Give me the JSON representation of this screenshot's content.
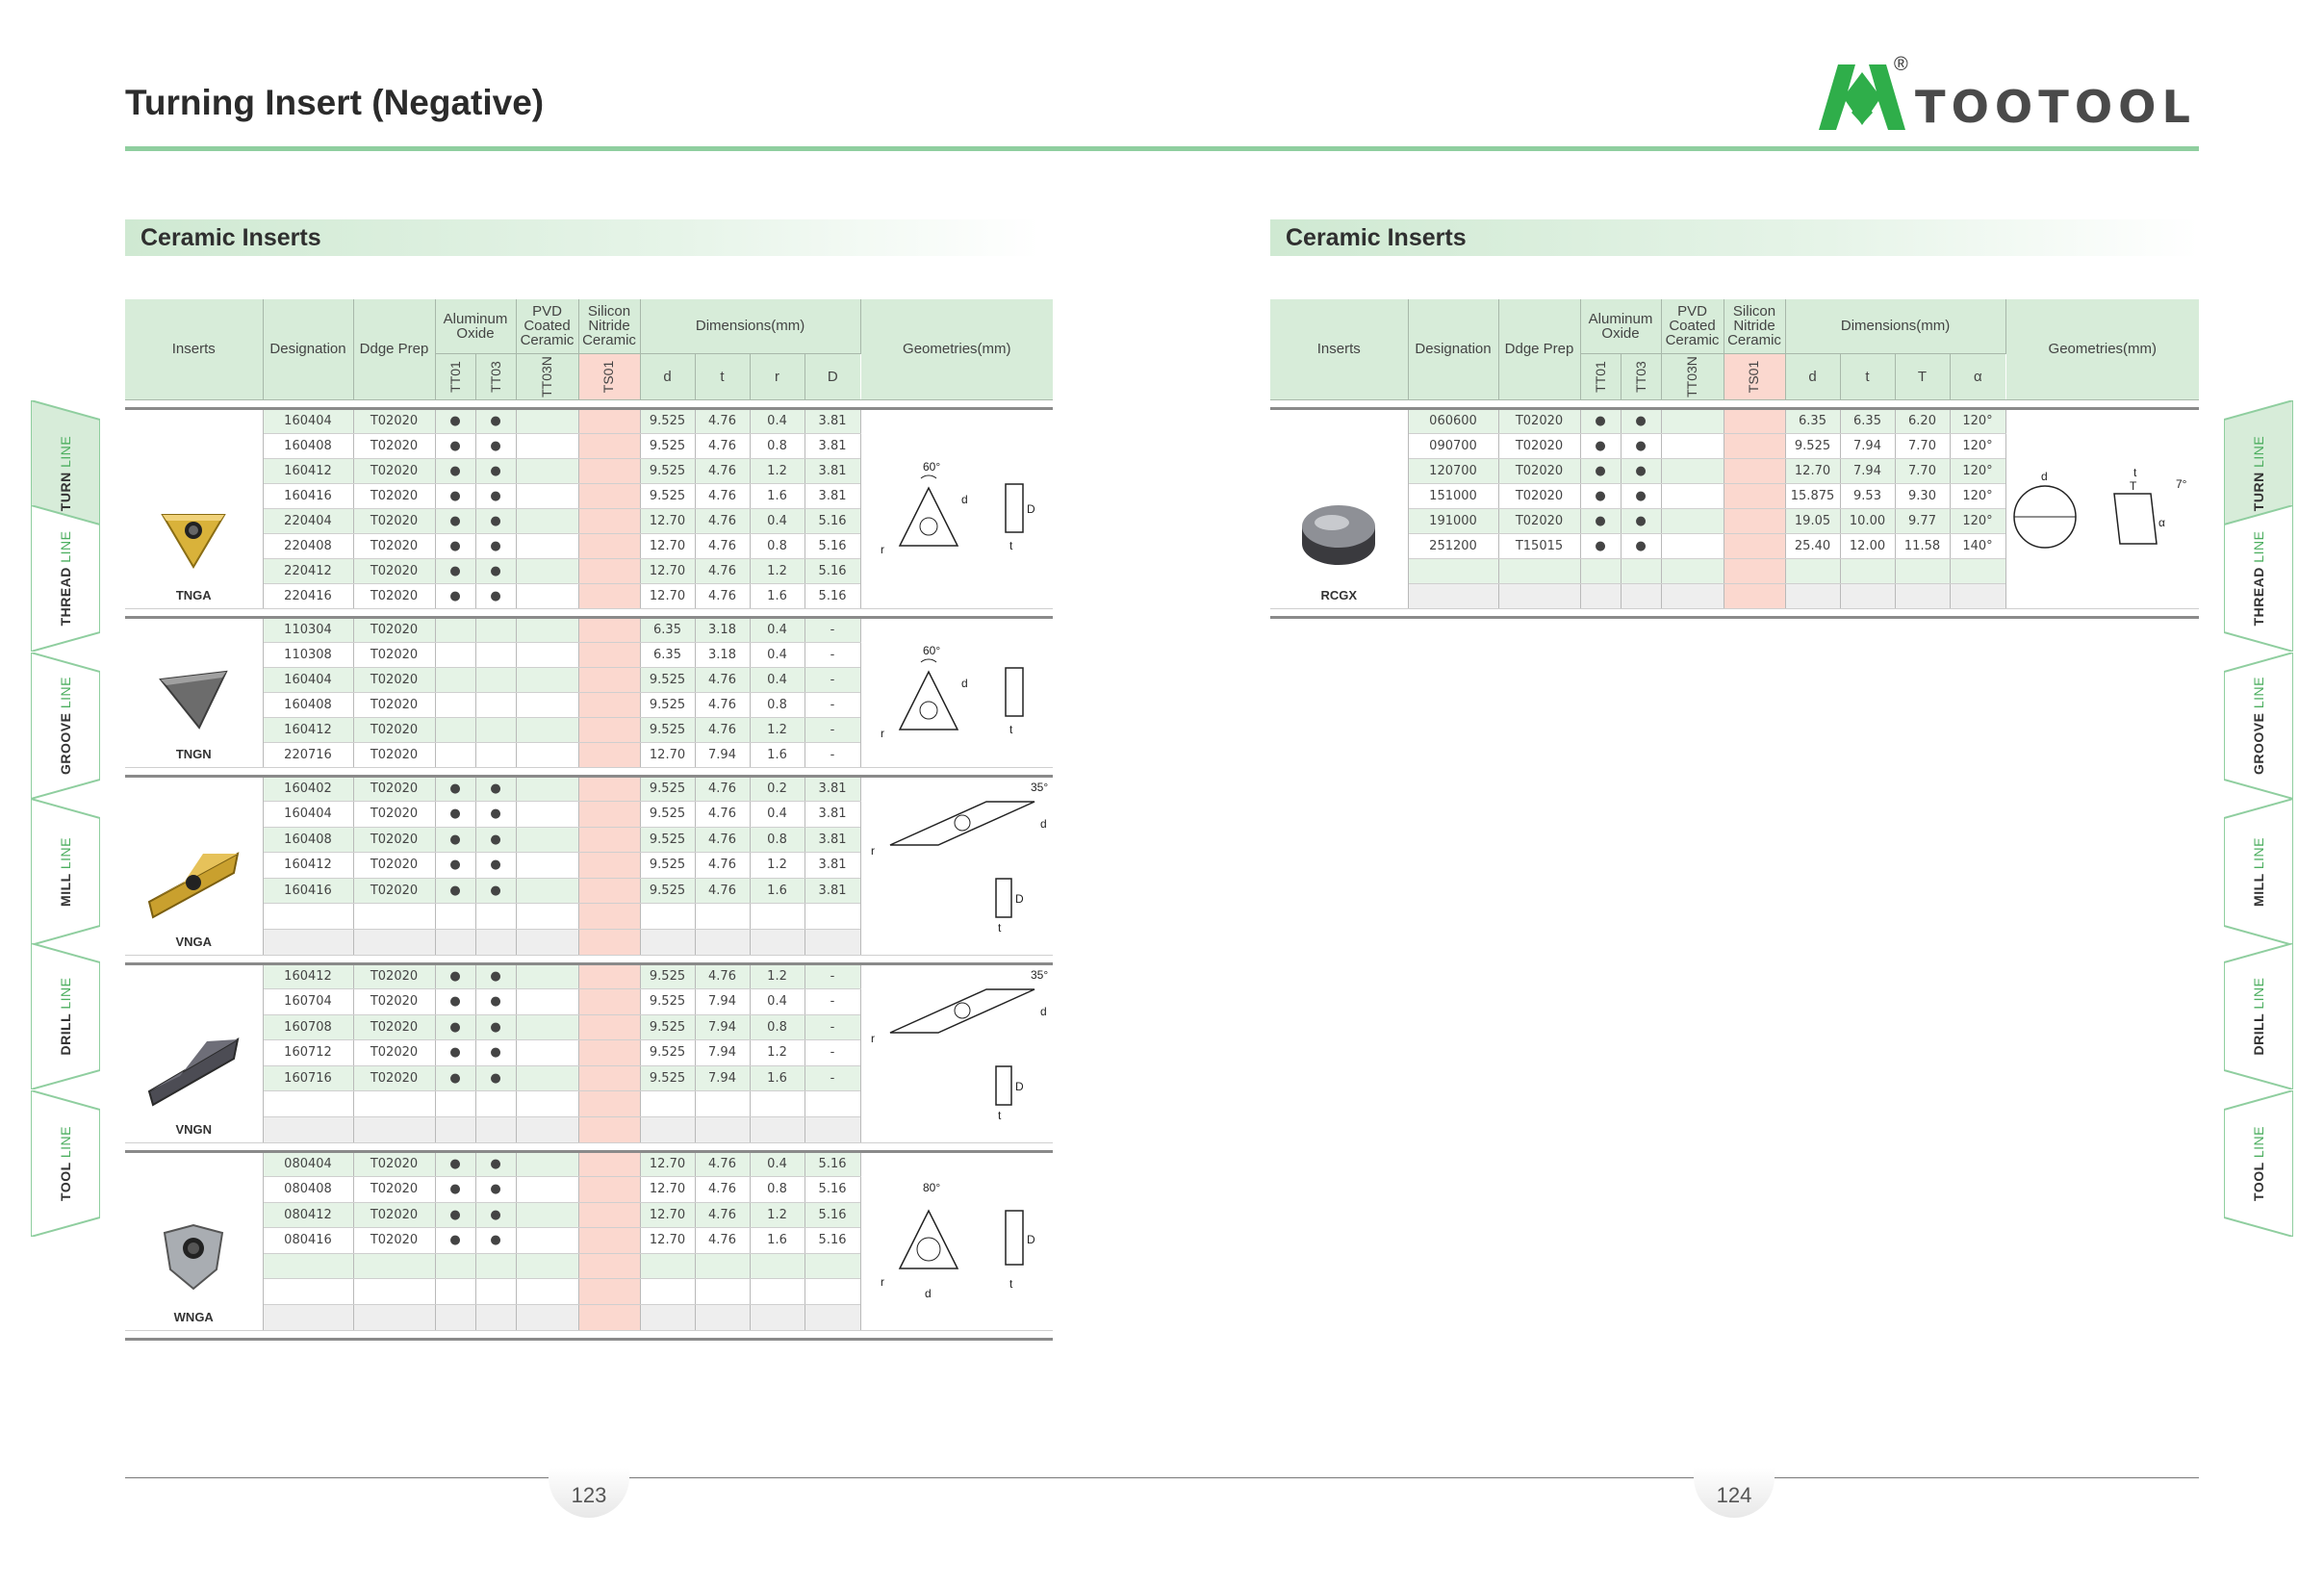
{
  "header": {
    "title": "Turning Insert (Negative)",
    "brand": "TOOTOOL",
    "registered": "®"
  },
  "left": {
    "section_title": "Ceramic Inserts",
    "columns": {
      "inserts": "Inserts",
      "designation": "Designation",
      "edge_prep": "Ddge Prep",
      "aluminum_oxide": "Aluminum Oxide",
      "pvd": "PVD Coated Ceramic",
      "silicon": "Silicon Nitride Ceramic",
      "dimensions": "Dimensions(mm)",
      "geometries": "Geometries(mm)",
      "tt01": "TT01",
      "tt03": "TT03",
      "tt03n": "TT03N",
      "ts01": "TS01",
      "d": "d",
      "t": "t",
      "r": "r",
      "D": "D"
    },
    "groups": [
      {
        "name": "TNGA",
        "rows": [
          [
            "160404",
            "T02020",
            "●",
            "●",
            "",
            "",
            "9.525",
            "4.76",
            "0.4",
            "3.81"
          ],
          [
            "160408",
            "T02020",
            "●",
            "●",
            "",
            "",
            "9.525",
            "4.76",
            "0.8",
            "3.81"
          ],
          [
            "160412",
            "T02020",
            "●",
            "●",
            "",
            "",
            "9.525",
            "4.76",
            "1.2",
            "3.81"
          ],
          [
            "160416",
            "T02020",
            "●",
            "●",
            "",
            "",
            "9.525",
            "4.76",
            "1.6",
            "3.81"
          ],
          [
            "220404",
            "T02020",
            "●",
            "●",
            "",
            "",
            "12.70",
            "4.76",
            "0.4",
            "5.16"
          ],
          [
            "220408",
            "T02020",
            "●",
            "●",
            "",
            "",
            "12.70",
            "4.76",
            "0.8",
            "5.16"
          ],
          [
            "220412",
            "T02020",
            "●",
            "●",
            "",
            "",
            "12.70",
            "4.76",
            "1.2",
            "5.16"
          ],
          [
            "220416",
            "T02020",
            "●",
            "●",
            "",
            "",
            "12.70",
            "4.76",
            "1.6",
            "5.16"
          ]
        ],
        "geo": {
          "angle": "60°",
          "d": "d",
          "r": "r",
          "D": "D",
          "t": "t"
        }
      },
      {
        "name": "TNGN",
        "rows": [
          [
            "110304",
            "T02020",
            "",
            "",
            "",
            "",
            "6.35",
            "3.18",
            "0.4",
            "-"
          ],
          [
            "110308",
            "T02020",
            "",
            "",
            "",
            "",
            "6.35",
            "3.18",
            "0.4",
            "-"
          ],
          [
            "160404",
            "T02020",
            "",
            "",
            "",
            "",
            "9.525",
            "4.76",
            "0.4",
            "-"
          ],
          [
            "160408",
            "T02020",
            "",
            "",
            "",
            "",
            "9.525",
            "4.76",
            "0.8",
            "-"
          ],
          [
            "160412",
            "T02020",
            "",
            "",
            "",
            "",
            "9.525",
            "4.76",
            "1.2",
            "-"
          ],
          [
            "220716",
            "T02020",
            "",
            "",
            "",
            "",
            "12.70",
            "7.94",
            "1.6",
            "-"
          ]
        ],
        "geo": {
          "angle": "60°",
          "d": "d",
          "r": "r",
          "t": "t"
        }
      },
      {
        "name": "VNGA",
        "rows": [
          [
            "160402",
            "T02020",
            "●",
            "●",
            "",
            "",
            "9.525",
            "4.76",
            "0.2",
            "3.81"
          ],
          [
            "160404",
            "T02020",
            "●",
            "●",
            "",
            "",
            "9.525",
            "4.76",
            "0.4",
            "3.81"
          ],
          [
            "160408",
            "T02020",
            "●",
            "●",
            "",
            "",
            "9.525",
            "4.76",
            "0.8",
            "3.81"
          ],
          [
            "160412",
            "T02020",
            "●",
            "●",
            "",
            "",
            "9.525",
            "4.76",
            "1.2",
            "3.81"
          ],
          [
            "160416",
            "T02020",
            "●",
            "●",
            "",
            "",
            "9.525",
            "4.76",
            "1.6",
            "3.81"
          ],
          [
            "",
            "",
            "",
            "",
            "",
            "",
            "",
            "",
            "",
            ""
          ],
          [
            "",
            "",
            "",
            "",
            "",
            "",
            "",
            "",
            "",
            ""
          ]
        ],
        "geo": {
          "angle": "35°",
          "d": "d",
          "r": "r",
          "D": "D",
          "t": "t"
        }
      },
      {
        "name": "VNGN",
        "rows": [
          [
            "160412",
            "T02020",
            "●",
            "●",
            "",
            "",
            "9.525",
            "4.76",
            "1.2",
            "-"
          ],
          [
            "160704",
            "T02020",
            "●",
            "●",
            "",
            "",
            "9.525",
            "7.94",
            "0.4",
            "-"
          ],
          [
            "160708",
            "T02020",
            "●",
            "●",
            "",
            "",
            "9.525",
            "7.94",
            "0.8",
            "-"
          ],
          [
            "160712",
            "T02020",
            "●",
            "●",
            "",
            "",
            "9.525",
            "7.94",
            "1.2",
            "-"
          ],
          [
            "160716",
            "T02020",
            "●",
            "●",
            "",
            "",
            "9.525",
            "7.94",
            "1.6",
            "-"
          ],
          [
            "",
            "",
            "",
            "",
            "",
            "",
            "",
            "",
            "",
            ""
          ],
          [
            "",
            "",
            "",
            "",
            "",
            "",
            "",
            "",
            "",
            ""
          ]
        ],
        "geo": {
          "angle": "35°",
          "d": "d",
          "r": "r",
          "D": "D",
          "t": "t"
        }
      },
      {
        "name": "WNGA",
        "rows": [
          [
            "080404",
            "T02020",
            "●",
            "●",
            "",
            "",
            "12.70",
            "4.76",
            "0.4",
            "5.16"
          ],
          [
            "080408",
            "T02020",
            "●",
            "●",
            "",
            "",
            "12.70",
            "4.76",
            "0.8",
            "5.16"
          ],
          [
            "080412",
            "T02020",
            "●",
            "●",
            "",
            "",
            "12.70",
            "4.76",
            "1.2",
            "5.16"
          ],
          [
            "080416",
            "T02020",
            "●",
            "●",
            "",
            "",
            "12.70",
            "4.76",
            "1.6",
            "5.16"
          ],
          [
            "",
            "",
            "",
            "",
            "",
            "",
            "",
            "",
            "",
            ""
          ],
          [
            "",
            "",
            "",
            "",
            "",
            "",
            "",
            "",
            "",
            ""
          ],
          [
            "",
            "",
            "",
            "",
            "",
            "",
            "",
            "",
            "",
            ""
          ]
        ],
        "geo": {
          "angle": "80°",
          "d": "d",
          "r": "r",
          "D": "D",
          "t": "t"
        }
      }
    ]
  },
  "right": {
    "section_title": "Ceramic Inserts",
    "columns": {
      "inserts": "Inserts",
      "designation": "Designation",
      "edge_prep": "Ddge Prep",
      "aluminum_oxide": "Aluminum Oxide",
      "pvd": "PVD Coated Ceramic",
      "silicon": "Silicon Nitride Ceramic",
      "dimensions": "Dimensions(mm)",
      "geometries": "Geometries(mm)",
      "tt01": "TT01",
      "tt03": "TT03",
      "tt03n": "TT03N",
      "ts01": "TS01",
      "d": "d",
      "t": "t",
      "T": "T",
      "a": "α"
    },
    "groups": [
      {
        "name": "RCGX",
        "rows": [
          [
            "060600",
            "T02020",
            "●",
            "●",
            "",
            "",
            "6.35",
            "6.35",
            "6.20",
            "120°"
          ],
          [
            "090700",
            "T02020",
            "●",
            "●",
            "",
            "",
            "9.525",
            "7.94",
            "7.70",
            "120°"
          ],
          [
            "120700",
            "T02020",
            "●",
            "●",
            "",
            "",
            "12.70",
            "7.94",
            "7.70",
            "120°"
          ],
          [
            "151000",
            "T02020",
            "●",
            "●",
            "",
            "",
            "15.875",
            "9.53",
            "9.30",
            "120°"
          ],
          [
            "191000",
            "T02020",
            "●",
            "●",
            "",
            "",
            "19.05",
            "10.00",
            "9.77",
            "120°"
          ],
          [
            "251200",
            "T15015",
            "●",
            "●",
            "",
            "",
            "25.40",
            "12.00",
            "11.58",
            "140°"
          ],
          [
            "",
            "",
            "",
            "",
            "",
            "",
            "",
            "",
            "",
            ""
          ],
          [
            "",
            "",
            "",
            "",
            "",
            "",
            "",
            "",
            "",
            ""
          ]
        ],
        "geo": {
          "angle": "7°",
          "d": "d",
          "t": "t",
          "T": "T",
          "a": "α"
        }
      }
    ]
  },
  "side_tabs": [
    {
      "main": "TURN",
      "sub": "LINE"
    },
    {
      "main": "THREAD",
      "sub": "LINE"
    },
    {
      "main": "GROOVE",
      "sub": "LINE"
    },
    {
      "main": "MILL",
      "sub": "LINE"
    },
    {
      "main": "DRILL",
      "sub": "LINE"
    },
    {
      "main": "TOOL",
      "sub": "LINE"
    }
  ],
  "footer": {
    "page_left": "123",
    "page_right": "124"
  },
  "colors": {
    "accent_green": "#8fce9f",
    "header_green": "#d7ecd9",
    "row_green": "#e5f3e6",
    "silicon_pink": "#fbd8cf",
    "logo_green": "#2fae4a"
  }
}
